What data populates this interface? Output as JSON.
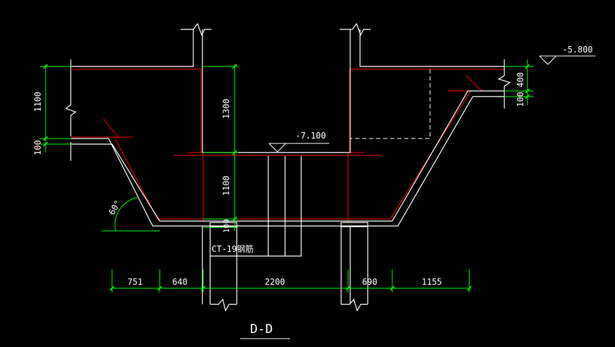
{
  "drawing": {
    "section_title": "D-D",
    "elevations": {
      "top": "-5.800",
      "bottom": "-7.100"
    },
    "angle_label": "60°",
    "pile_label": "CT-19钢筋",
    "dims_horizontal": [
      "751",
      "640",
      "2200",
      "690",
      "1155"
    ],
    "dims_vertical": {
      "left_1100": "1100",
      "left_100": "100",
      "center_1300": "1300",
      "center_1100": "1100",
      "center_100": "100",
      "right_400": "400",
      "right_100": "100"
    }
  },
  "colors": {
    "background": "#000000",
    "outline": "#ffffff",
    "dimension": "#00ff00",
    "rebar": "#ff0000"
  }
}
